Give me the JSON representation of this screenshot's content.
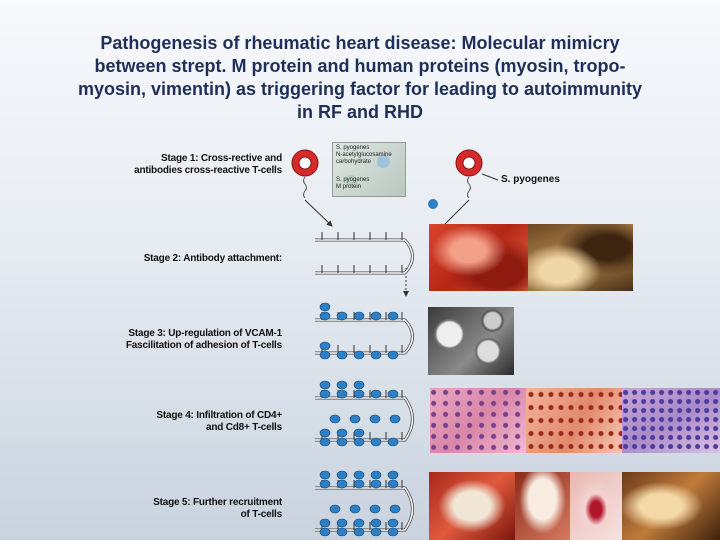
{
  "title": {
    "line1": "Pathogenesis of rheumatic heart disease: Molecular mimicry",
    "line2": "between strept. M protein and human proteins (myosin, tropo-",
    "line3": "myosin, vimentin) as triggering factor for leading to autoimmunity",
    "line4": "in RF and RHD"
  },
  "stages": {
    "stage1": {
      "line1": "Stage 1: Cross-rective and",
      "line2": "antibodies cross-reactive T-cells"
    },
    "stage2": {
      "line1": "Stage 2: Antibody attachment:"
    },
    "stage3": {
      "line1": "Stage 3: Up-regulation of VCAM-1",
      "line2": "Fascilitation of adhesion of T-cells"
    },
    "stage4": {
      "line1": "Stage 4: Infiltration of CD4+",
      "line2": "and Cd8+ T-cells"
    },
    "stage5": {
      "line1": "Stage 5: Further recruitment",
      "line2": "of T-cells"
    }
  },
  "species_label": "S. pyogenes",
  "inset": {
    "line1": "S. pyogenes",
    "line2": "N-acetylglucosamine",
    "line3": "carbohydrate",
    "line4": "S. pyogenes",
    "line5": "M protein"
  },
  "colors": {
    "title": "#1f2f5a",
    "bacterium": "#d42a2a",
    "tcell": "#2f7fc4",
    "valve_strand": "#ffffff"
  }
}
